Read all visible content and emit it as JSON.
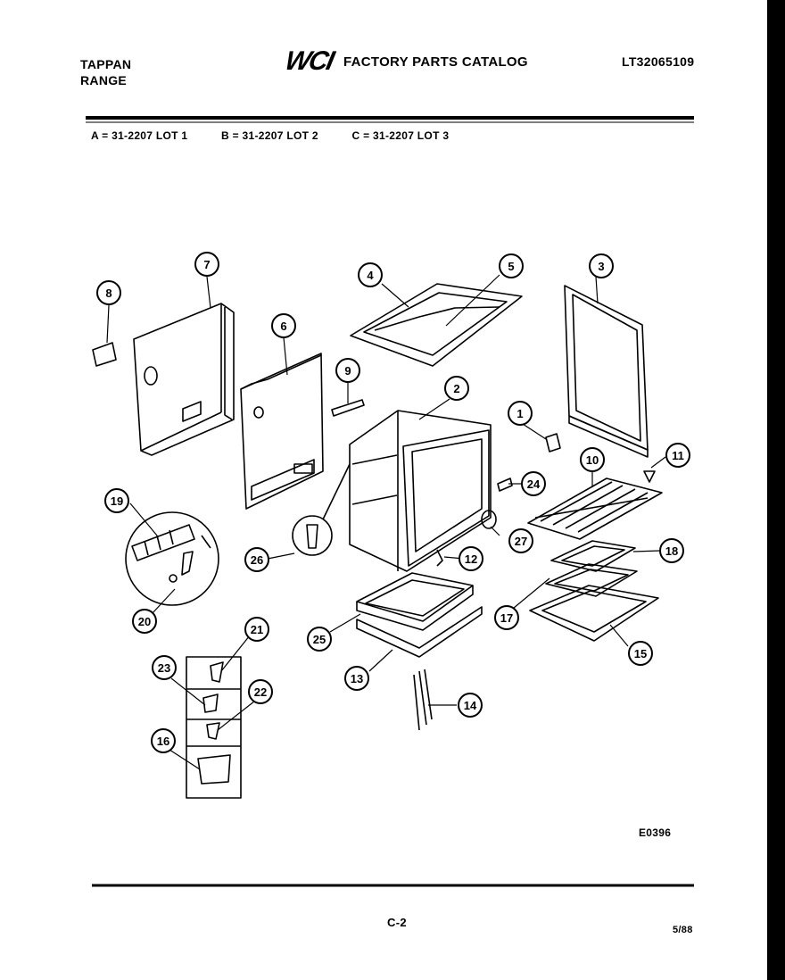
{
  "header": {
    "brand_line1": "TAPPAN",
    "brand_line2": "RANGE",
    "logo": "WCI",
    "catalog_title": "FACTORY PARTS CATALOG",
    "model_number": "LT32065109"
  },
  "lots": [
    "A = 31-2207 LOT 1",
    "B = 31-2207 LOT 2",
    "C = 31-2207 LOT 3"
  ],
  "callouts": {
    "c1": "1",
    "c2": "2",
    "c3": "3",
    "c4": "4",
    "c5": "5",
    "c6": "6",
    "c7": "7",
    "c8": "8",
    "c9": "9",
    "c10": "10",
    "c11": "11",
    "c12": "12",
    "c13": "13",
    "c14": "14",
    "c15": "15",
    "c16": "16",
    "c17": "17",
    "c18": "18",
    "c19": "19",
    "c20": "20",
    "c21": "21",
    "c22": "22",
    "c23": "23",
    "c24": "24",
    "c25": "25",
    "c26": "26",
    "c27": "27"
  },
  "footer": {
    "diagram_ref": "E0396",
    "page": "C-2",
    "date": "5/88"
  }
}
